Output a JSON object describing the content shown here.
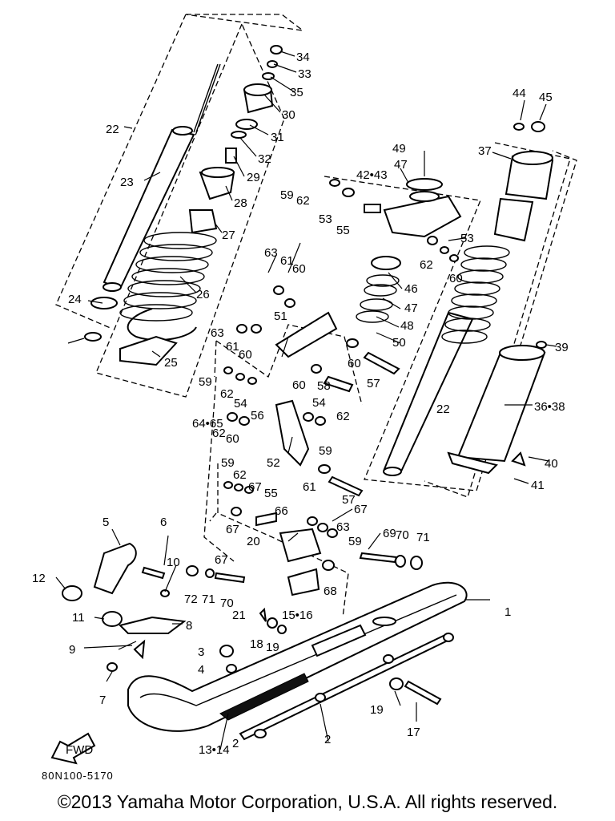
{
  "diagram": {
    "labels": [
      "1",
      "2",
      "2",
      "3",
      "4",
      "5",
      "6",
      "7",
      "8",
      "9",
      "10",
      "11",
      "12",
      "13•14",
      "15•16",
      "17",
      "18",
      "19",
      "19",
      "20",
      "21",
      "22",
      "22",
      "23",
      "24",
      "25",
      "26",
      "27",
      "28",
      "29",
      "30",
      "31",
      "32",
      "33",
      "34",
      "35",
      "36•38",
      "37",
      "39",
      "40",
      "41",
      "42•43",
      "44",
      "45",
      "46",
      "47",
      "47",
      "48",
      "49",
      "50",
      "51",
      "52",
      "53",
      "53",
      "54",
      "54",
      "55",
      "55",
      "56",
      "57",
      "57",
      "58",
      "59",
      "59",
      "59",
      "59",
      "59",
      "60",
      "60",
      "60",
      "60",
      "60",
      "60",
      "61",
      "61",
      "61",
      "62",
      "62",
      "62",
      "62",
      "62",
      "62",
      "63",
      "63",
      "63",
      "64•65",
      "66",
      "67",
      "67",
      "67",
      "67",
      "68",
      "69",
      "70",
      "70",
      "71",
      "71",
      "72"
    ],
    "fwd_label": "FWD"
  },
  "footer": {
    "code": "80N100-5170",
    "copyright": "©2013 Yamaha Motor Corporation, U.S.A. All rights reserved."
  }
}
